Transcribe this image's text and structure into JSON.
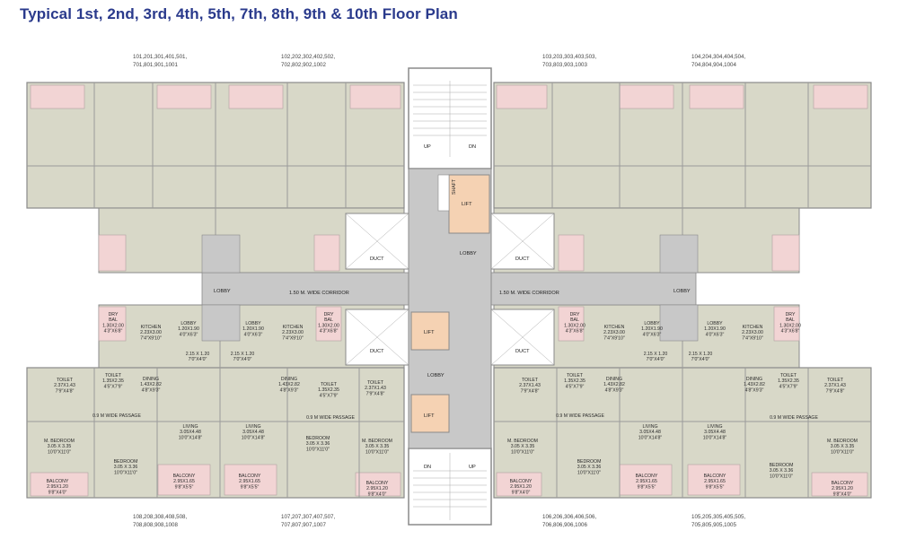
{
  "title": "Typical 1st, 2nd, 3rd, 4th, 5th, 7th, 8th, 9th & 10th Floor Plan",
  "colors": {
    "title": "#2a3a8c",
    "floor": "#d8d8c8",
    "balcony": "#f2d4d4",
    "corridor": "#c8c8c8",
    "lift": "#f5d2b3",
    "wall": "#8a8a8a"
  },
  "unit_numbers": {
    "top1": [
      "101,201,301,401,501,",
      "701,801,901,1001"
    ],
    "top2": [
      "102,202,302,402,502,",
      "702,802,902,1002"
    ],
    "top3": [
      "103,203,303,403,503,",
      "703,803,903,1003"
    ],
    "top4": [
      "104,204,304,404,504,",
      "704,804,904,1004"
    ],
    "bot1": [
      "108,208,308,408,508,",
      "708,808,908,1008"
    ],
    "bot2": [
      "107,207,307,407,507,",
      "707,807,907,1007"
    ],
    "bot3": [
      "106,206,306,406,506,",
      "706,806,906,1006"
    ],
    "bot4": [
      "105,205,305,405,505,",
      "705,805,905,1005"
    ]
  },
  "core": {
    "lift": "LIFT",
    "lobby": "LOBBY",
    "duct": "DUCT",
    "shaft": "SHAFT",
    "up": "UP",
    "dn": "DN",
    "corridor": "1.50 M. WIDE CORRIDOR"
  },
  "rooms": {
    "dry_bal": [
      "DRY",
      "BAL",
      "1.30X2.00",
      "4'3\"X6'8\""
    ],
    "kitchen": [
      "KITCHEN",
      "2.23X3.00",
      "7'4\"X9'10\""
    ],
    "lobby_s": [
      "LOBBY",
      "1.20X1.90",
      "4'0\"X6'3\""
    ],
    "pass1": [
      "2.15 X 1.20",
      "7'0\"X4'0\""
    ],
    "toilet_a": [
      "TOILET",
      "2.37X1.43",
      "7'9\"X4'8\""
    ],
    "toilet_b": [
      "TOILET",
      "1.35X2.35",
      "4'5\"X7'9\""
    ],
    "dining": [
      "DINING",
      "1.43X2.82",
      "4'8\"X9'3\""
    ],
    "passage": "0.9 M WIDE PASSAGE",
    "living": [
      "LIVING",
      "3.05X4.48",
      "10'0\"X14'8\""
    ],
    "mbed": [
      "M. BEDROOM",
      "3.05 X 3.35",
      "10'0\"X11'0\""
    ],
    "bed": [
      "BEDROOM",
      "3.05 X 3.36",
      "10'0\"X11'0\""
    ],
    "balcony_a": [
      "BALCONY",
      "2.95X1.65",
      "9'8\"X5'5\""
    ],
    "balcony_b": [
      "BALCONY",
      "2.95X1.20",
      "9'8\"X4'0\""
    ]
  }
}
